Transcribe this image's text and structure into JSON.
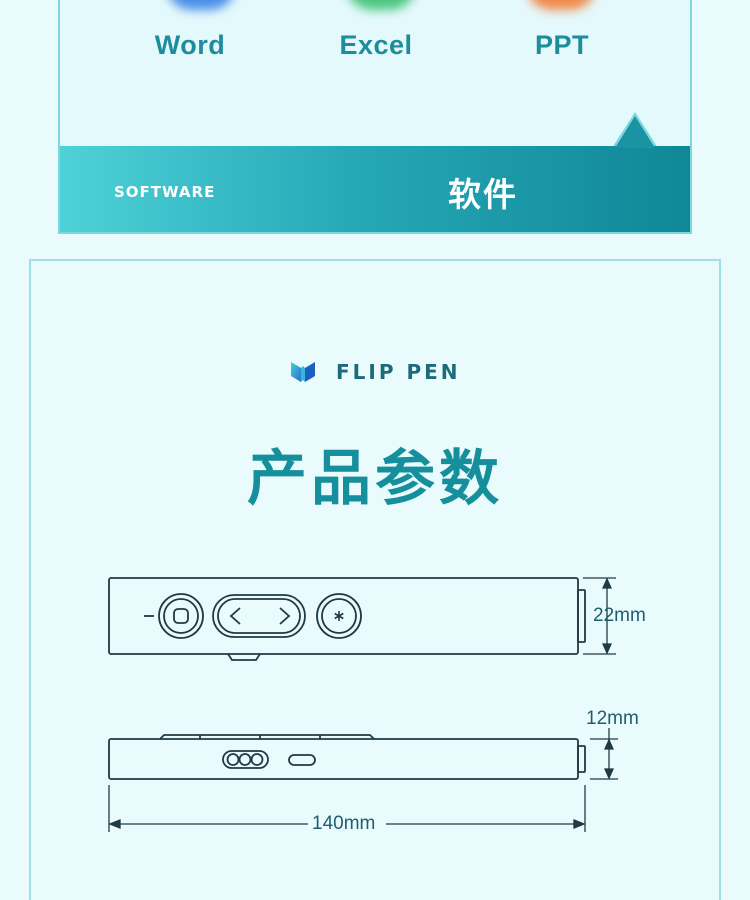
{
  "software": {
    "apps": [
      {
        "label": "Word",
        "icon": "word-icon",
        "color": "#4a8ee8"
      },
      {
        "label": "Excel",
        "icon": "excel-icon",
        "color": "#4dc67f"
      },
      {
        "label": "PPT",
        "icon": "ppt-icon",
        "color": "#f08a4a"
      }
    ],
    "en_label": "SOFTWARE",
    "cn_label": "软件"
  },
  "brand": {
    "name": "FLIP PEN",
    "logo_icon": "flip-pen-logo-icon"
  },
  "params": {
    "title": "产品参数",
    "height_dim": "22mm",
    "thickness_dim": "12mm",
    "length_dim": "140mm"
  },
  "colors": {
    "accent": "#158f9c",
    "bar_start": "#4fd1d8",
    "bar_end": "#0f8797",
    "outline": "#1f3a44"
  }
}
